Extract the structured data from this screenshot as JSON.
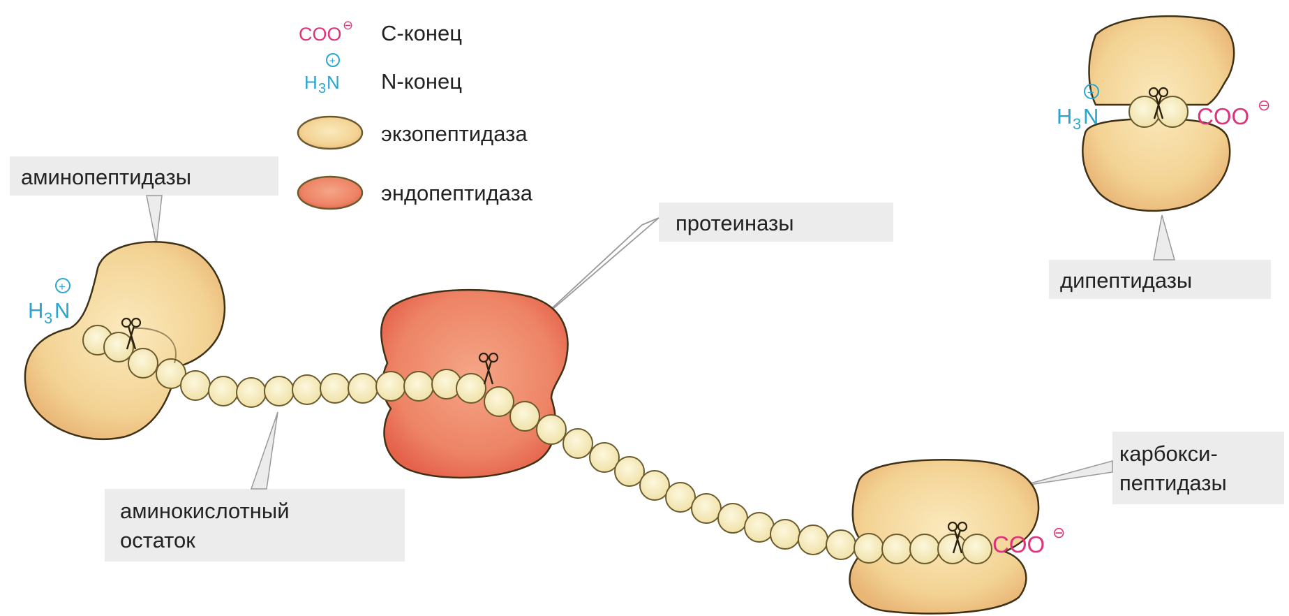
{
  "legend": {
    "c_end": {
      "symbol": "COO",
      "charge": "⊖",
      "label": "C-конец"
    },
    "n_end": {
      "symbol_main": "H",
      "symbol_sub": "3",
      "symbol_n": "N",
      "charge": "+",
      "label": "N-конец"
    },
    "exo": {
      "label": "экзопептидаза"
    },
    "endo": {
      "label": "эндопептидаза"
    }
  },
  "labels": {
    "aminopeptidases": "аминопептидазы",
    "proteinases": "протеиназы",
    "dipeptidases": "дипептидазы",
    "carboxy_line1": "карбокси-",
    "carboxy_line2": "пептидазы",
    "residue_line1": "аминокислотный",
    "residue_line2": "остаток"
  },
  "chem": {
    "coo": "COO",
    "coo_charge": "⊖",
    "h": "H",
    "three": "3",
    "n": "N",
    "plus": "+"
  },
  "colors": {
    "exo_fill": "#f5d79a",
    "exo_edge": "#e8b977",
    "endo_fill": "#ef8e6e",
    "endo_edge": "#e5644c",
    "bead_fill": "#f8ecbb",
    "bead_stroke": "#6b5a2c",
    "n_terminal": "#2aa5d0",
    "c_terminal": "#e0327a",
    "callout_bg": "#ececec"
  },
  "icons": [
    "scissors-icon"
  ]
}
